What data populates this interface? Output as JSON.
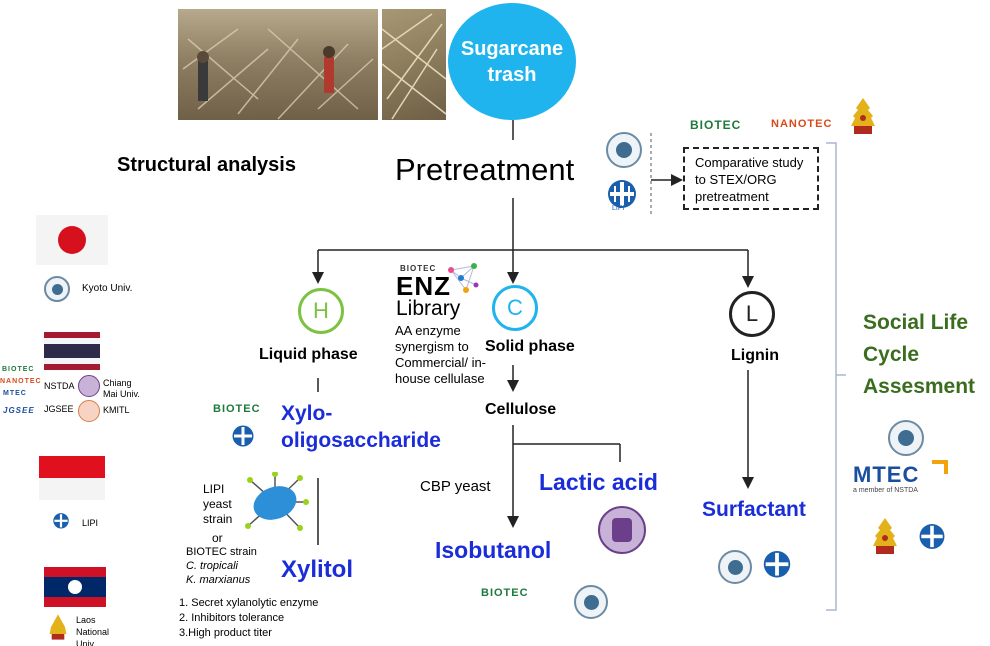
{
  "title_circle": [
    "Sugarcane",
    "trash"
  ],
  "structural_analysis": "Structural  analysis",
  "pretreatment": "Pretreatment",
  "comparative_study": [
    "Comparative study",
    "to STEX/ORG",
    "pretreatment"
  ],
  "branches": {
    "H": "H",
    "C": "C",
    "L": "L",
    "liquid_phase": "Liquid phase",
    "solid_phase": "Solid phase",
    "lignin": "Lignin",
    "cellulose": "Cellulose"
  },
  "enz_library": {
    "biotec": "BIOTEC",
    "enz": "ENZ",
    "library": "Library",
    "desc": [
      "AA enzyme",
      "synergism to",
      "Commercial/ in-",
      "house cellulase"
    ]
  },
  "products": {
    "xylo1": "Xylo-",
    "xylo2": "oligosaccharide",
    "xylitol": "Xylitol",
    "lactic_acid": "Lactic acid",
    "isobutanol": "Isobutanol",
    "surfactant": "Surfactant",
    "cbp_yeast": "CBP yeast"
  },
  "lipi_strain": {
    "lipi": "LIPI",
    "yeast": "yeast",
    "strain": "strain",
    "or": "or",
    "biotec_strain": "BIOTEC strain",
    "c_tropicali": "C. tropicali",
    "k_marxianus": "K. marxianus"
  },
  "numbered_list": [
    "1. Secret xylanolytic enzyme",
    "2. Inhibitors tolerance",
    "3.High product titer"
  ],
  "social": [
    "Social Life",
    "Cycle",
    "Assesment"
  ],
  "left_partners": {
    "kyoto": "Kyoto Univ.",
    "nstda": "NSTDA",
    "chiang_mai": [
      "Chiang",
      "Mai Univ."
    ],
    "jgsee": "JGSEE",
    "kmitl": "KMITL",
    "lipi": "LIPI",
    "laos": [
      "Laos",
      "National",
      "Univ."
    ]
  },
  "logos": {
    "biotec": "BIOTEC",
    "nanotec": "NANOTEC",
    "mtec": "MTEC",
    "mtec_sub": "a member of NSTDA",
    "lipi": "LIPI",
    "jgsee": "JGSEE"
  },
  "colors": {
    "header_circle": "#1fb4ee",
    "h_circle": "#7cc243",
    "c_circle": "#1fb4ee",
    "l_circle": "#222222",
    "product_blue": "#1a2dd9",
    "social_green": "#3b6d1f"
  }
}
